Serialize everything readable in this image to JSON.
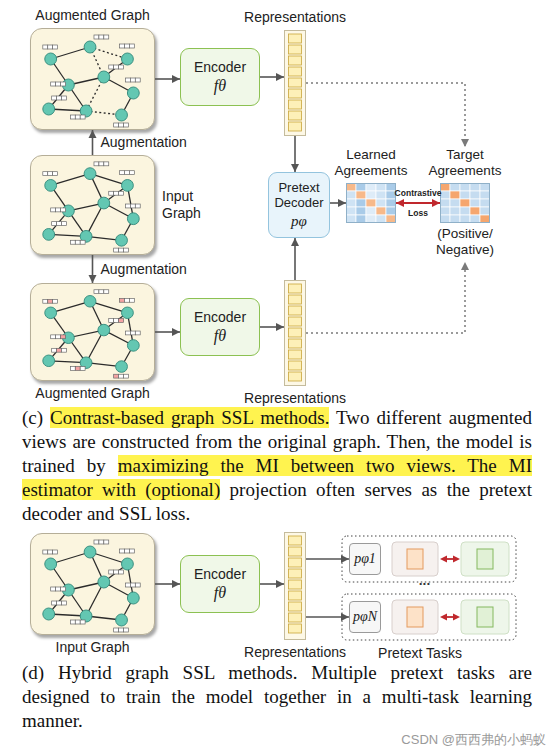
{
  "diagram": {
    "nodes": [
      {
        "text": [
          "Augmented Graph"
        ]
      },
      {
        "text": [
          "Encoder",
          "fθ"
        ]
      },
      {
        "text": [
          "Representations"
        ]
      },
      {
        "text": [
          "Input Graph"
        ]
      },
      {
        "text": [
          "Pretext Decoder",
          "pφ"
        ]
      },
      {
        "text": [
          "Learned Agreements"
        ]
      },
      {
        "text": [
          "Target Agreements",
          "(Positive/ Negative)"
        ]
      },
      {
        "text": [
          "Augmented Graph"
        ]
      },
      {
        "text": [
          "Encoder",
          "fθ"
        ]
      },
      {
        "text": [
          "Representations"
        ]
      },
      {
        "text": [
          "Input Graph"
        ]
      },
      {
        "text": [
          "Encoder",
          "fθ"
        ]
      },
      {
        "text": [
          "Representations"
        ]
      },
      {
        "text": [
          "pφ1"
        ]
      },
      {
        "text": [
          "pφN"
        ]
      }
    ],
    "edges": [
      {
        "from": 3,
        "to": 0,
        "arrow": "to",
        "label": "Augmentation"
      },
      {
        "from": 3,
        "to": 7,
        "arrow": "to",
        "label": "Augmentation"
      },
      {
        "from": 0,
        "to": 1,
        "arrow": "to"
      },
      {
        "from": 1,
        "to": 2,
        "arrow": "to"
      },
      {
        "from": 2,
        "to": 4,
        "arrow": "to"
      },
      {
        "from": 9,
        "to": 4,
        "arrow": "to"
      },
      {
        "from": 7,
        "to": 8,
        "arrow": "to"
      },
      {
        "from": 8,
        "to": 9,
        "arrow": "to"
      },
      {
        "from": 4,
        "to": 5,
        "arrow": "to"
      },
      {
        "from": 5,
        "to": 6,
        "arrow": "both",
        "label": "Contrastive Loss"
      },
      {
        "from": 2,
        "to": 6,
        "arrow": "to"
      },
      {
        "from": 9,
        "to": 6,
        "arrow": "to"
      },
      {
        "from": 10,
        "to": 11,
        "arrow": "to"
      },
      {
        "from": 11,
        "to": 12,
        "arrow": "to"
      },
      {
        "from": 12,
        "to": 13,
        "arrow": "to"
      },
      {
        "from": 12,
        "to": 14,
        "arrow": "to"
      }
    ],
    "labels": [
      "(c) Contrast-based graph SSL methods. Two different augmented views are constructed from the original graph. Then, the model is trained by maximizing the MI between two views. The MI estimator with (optional) projection often serves as the pretext decoder and SSL loss.",
      "•••",
      "Pretext Tasks",
      "(d) Hybrid graph SSL methods. Multiple pretext tasks are designed to train the model together in a multi-task learning manner.",
      "CSDN @西西弗的小蚂蚁"
    ]
  }
}
